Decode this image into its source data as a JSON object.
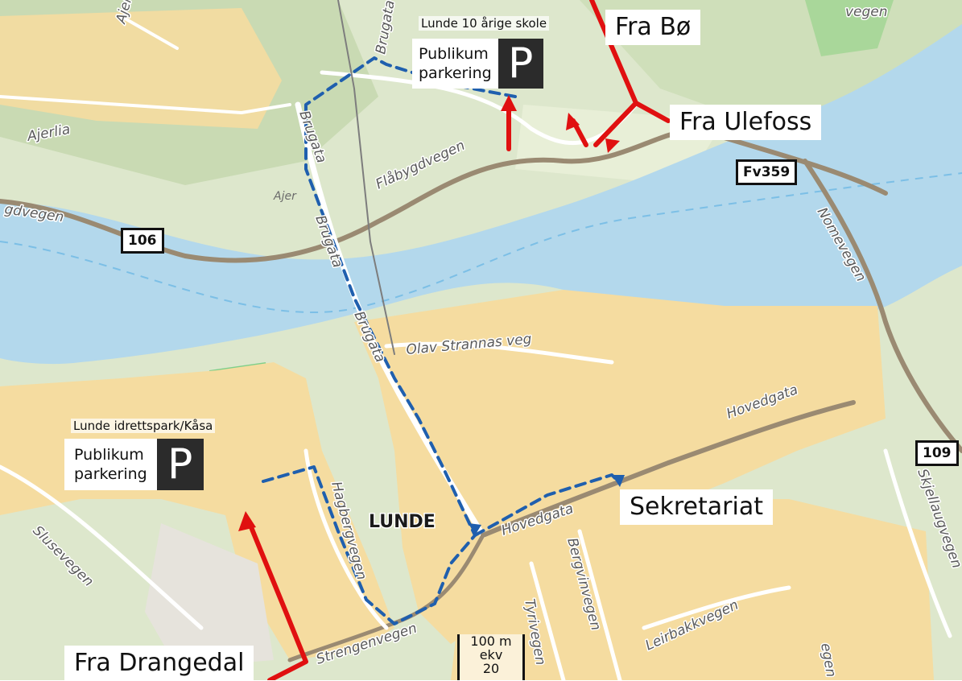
{
  "map": {
    "town_label": "LUNDE",
    "streets": [
      "Ajertoppen",
      "Ajerlia",
      "Flåbygdvegen",
      "Brugata",
      "Brugata",
      "Brugata",
      "Brugata",
      "Olav Strannas veg",
      "Hovedgata",
      "Hovedgata",
      "Nomevegen",
      "Skjellaugvegen",
      "Slusevegen",
      "Hagbergvegen",
      "Strengenvegen",
      "Tyrivegen",
      "Bergvinvegen",
      "Leirbakkvegen",
      "gdvegen",
      "vegen",
      "egen"
    ],
    "places": [
      "Ajer"
    ],
    "road_numbers": [
      "106",
      "Fv359",
      "109"
    ],
    "directions": [
      "Fra Bø",
      "Fra Ulefoss",
      "Fra Drangedal"
    ],
    "destinations": [
      "Sekretariat"
    ],
    "parking_north": {
      "venue": "Lunde 10 årige skole",
      "label_line1": "Publikum",
      "label_line2": "parkering",
      "symbol": "P"
    },
    "parking_south": {
      "venue": "Lunde idrettspark/Kåsa",
      "label_line1": "Publikum",
      "label_line2": "parkering",
      "symbol": "P"
    },
    "scale": {
      "line1": "100 m",
      "line2": "ekv",
      "line3": "20"
    },
    "colors": {
      "water": "#b3d8ec",
      "land": "#dfe8cf",
      "residential": "#f5dca0",
      "route": "#1f5fae",
      "arrow": "#e01010",
      "road": "#9a8a72"
    }
  }
}
